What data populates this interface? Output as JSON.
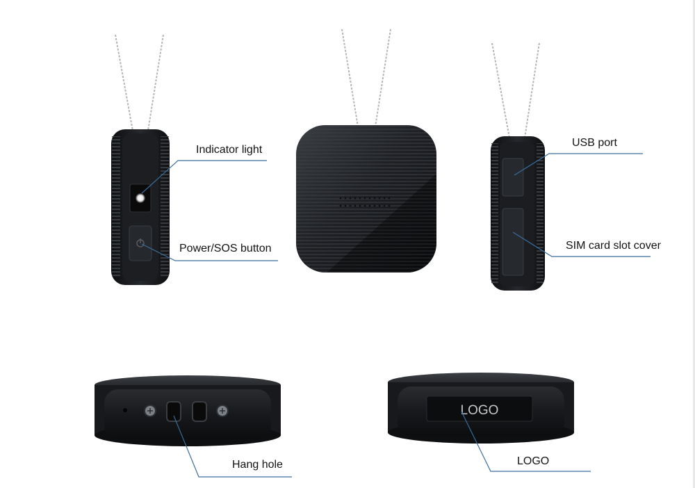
{
  "callouts": {
    "indicator_light": "Indicator light",
    "power_sos_button": "Power/SOS button",
    "usb_port": "USB port",
    "sim_card_slot_cover": "SIM card slot cover",
    "hang_hole": "Hang hole",
    "logo": "LOGO"
  },
  "device": {
    "logo_plate_text": "LOGO"
  },
  "colors": {
    "device_body": "#1b1d20",
    "device_edge": "#2d3035",
    "leader_line": "#3a6d9e",
    "chain": "#b9b9b9",
    "indicator_glow": "#ffffff"
  }
}
